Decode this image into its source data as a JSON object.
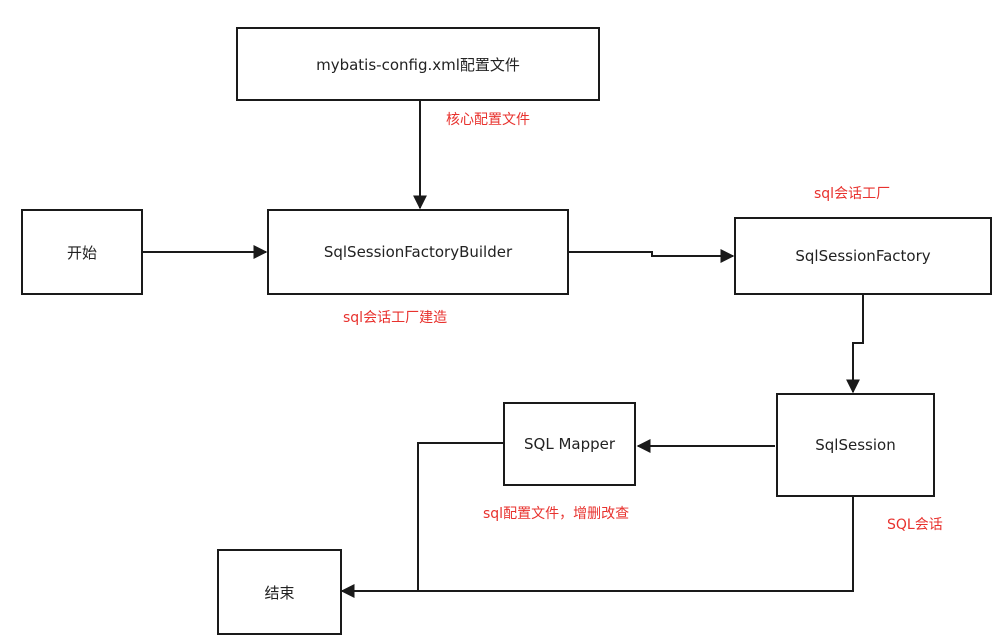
{
  "colors": {
    "box_border": "#1a1a1a",
    "connector": "#1a1a1a",
    "annotation": "#e8322e"
  },
  "nodes": {
    "config": "mybatis-config.xml配置文件",
    "start": "开始",
    "builder": "SqlSessionFactoryBuilder",
    "factory": "SqlSessionFactory",
    "session": "SqlSession",
    "mapper": "SQL Mapper",
    "end": "结束"
  },
  "annotations": {
    "core_config": "核心配置文件",
    "factory_note": "sql会话工厂",
    "builder_note": "sql会话工厂建造",
    "mapper_note": "sql配置文件，增删改查",
    "session_note": "SQL会话"
  }
}
